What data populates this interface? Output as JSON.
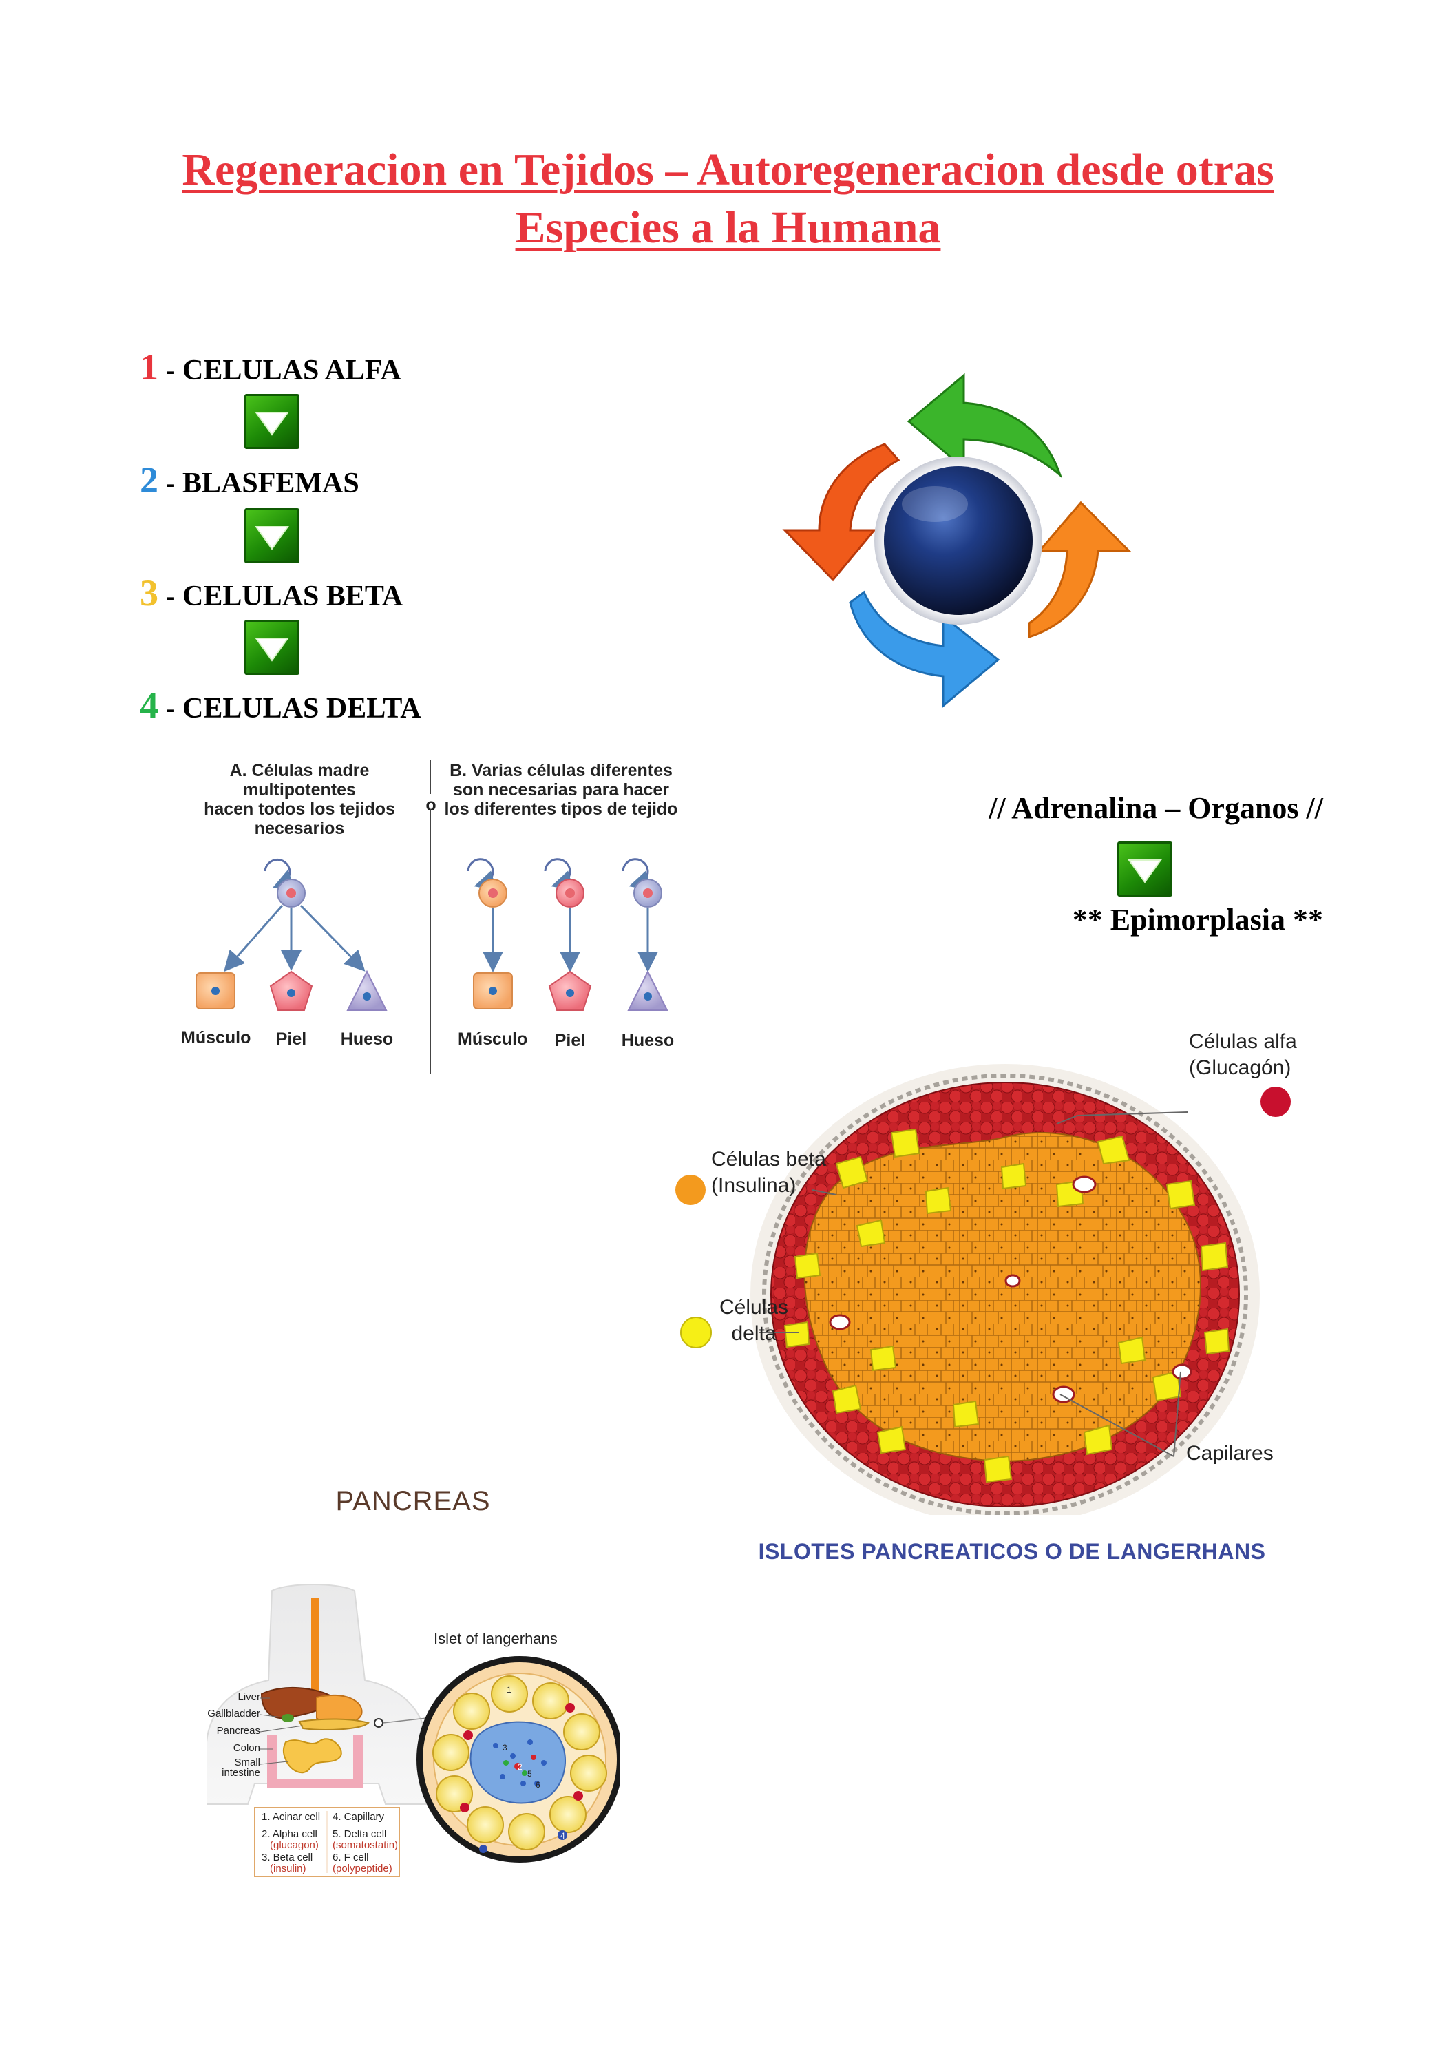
{
  "title": {
    "line1": "Regeneracion en Tejidos – Autoregeneracion desde otras",
    "line2": "Especies a la Humana"
  },
  "steps": [
    {
      "num": "1",
      "label": "- CELULAS ALFA",
      "color": "#e8353d"
    },
    {
      "num": "2",
      "label": "- BLASFEMAS",
      "color": "#2e8bd8"
    },
    {
      "num": "3",
      "label": "- CELULAS BETA",
      "color": "#f2c12e"
    },
    {
      "num": "4",
      "label": "- CELULAS DELTA",
      "color": "#26b34a"
    }
  ],
  "right_block": {
    "line1": "// Adrenalina – Organos //",
    "line2": "** Epimorplasia **"
  },
  "cycle_colors": {
    "green": "#3bb52b",
    "orange": "#f7871f",
    "blue": "#3a9bea",
    "red_orange": "#f05a1a",
    "sphere": "#14264f"
  },
  "stem_cells": {
    "panel_a": {
      "letter": "A.",
      "text": [
        "Células madre multipotentes",
        "hacen todos los tejidos",
        "necesarios"
      ]
    },
    "or": "o",
    "panel_b": {
      "letter": "B.",
      "text": [
        "Varias células diferentes",
        "son necesarias para hacer",
        "los diferentes tipos de tejido"
      ]
    },
    "tissues_a": [
      "Músculo",
      "Piel",
      "Hueso"
    ],
    "tissues_b": [
      "Músculo",
      "Piel",
      "Hueso"
    ]
  },
  "islet": {
    "alpha": [
      "Células alfa",
      "(Glucagón)"
    ],
    "beta": [
      "Células beta",
      "(Insulina)"
    ],
    "delta": [
      "Células",
      "delta"
    ],
    "capillaries": "Capilares",
    "caption": "ISLOTES PANCREATICOS O DE LANGERHANS",
    "colors": {
      "alpha": "#c8102e",
      "beta": "#f39a1e",
      "delta": "#f6ef16"
    }
  },
  "pancreas": {
    "title": "PANCREAS",
    "islet_label": "Islet of langerhans",
    "organs": [
      "Liver",
      "Gallbladder",
      "Pancreas",
      "Colon",
      "Small",
      "intestine"
    ],
    "legend": [
      {
        "name": "1. Acinar  cell",
        "sub": ""
      },
      {
        "name": "2. Alpha cell",
        "sub": "(glucagon)"
      },
      {
        "name": "3. Beta cell",
        "sub": "(insulin)"
      },
      {
        "name": "4. Capillary",
        "sub": ""
      },
      {
        "name": "5. Delta cell",
        "sub": "(somatostatin)"
      },
      {
        "name": "6. F cell",
        "sub": "(polypeptide)"
      }
    ],
    "cell_numbers": [
      "1",
      "2",
      "3",
      "4",
      "5",
      "6"
    ]
  }
}
